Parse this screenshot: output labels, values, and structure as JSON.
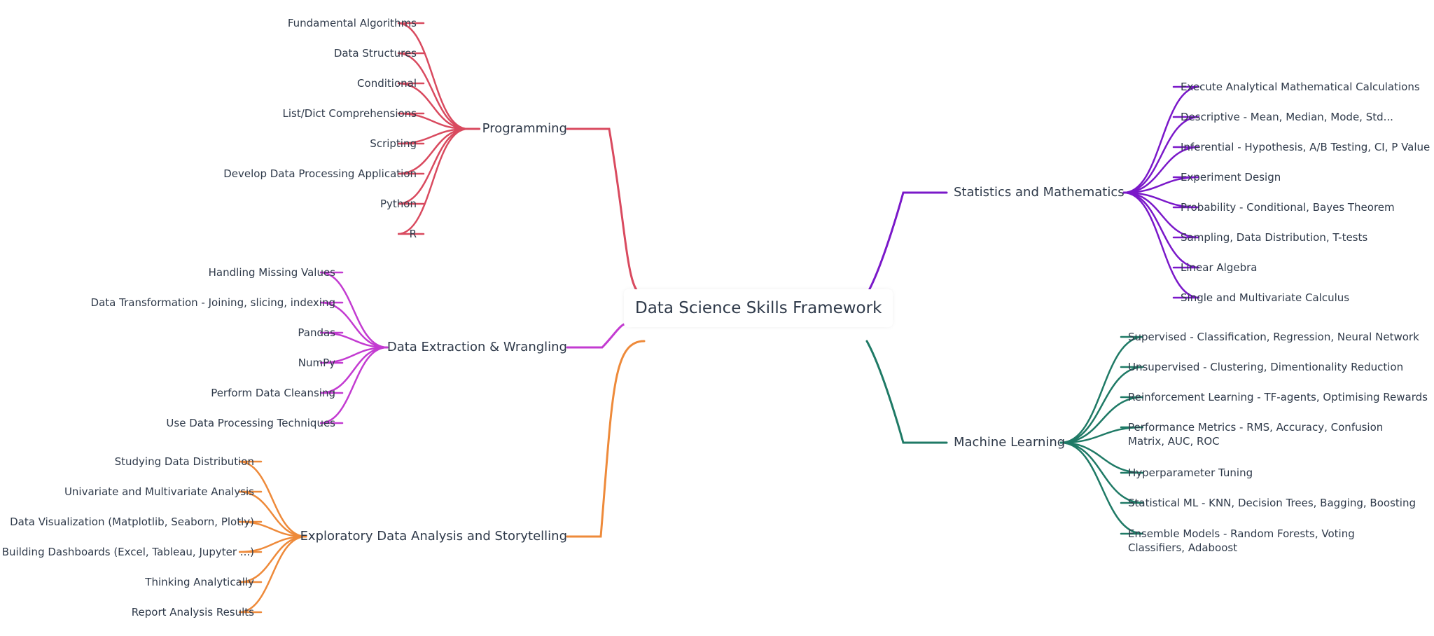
{
  "root": {
    "label": "Data Science Skills Framework"
  },
  "branches": [
    {
      "id": "programming",
      "label": "Programming",
      "color": "#d94a5f",
      "children": [
        "Fundamental Algorithms",
        "Data Structures",
        "Conditional",
        "List/Dict Comprehensions",
        "Scripting",
        "Develop Data Processing Application",
        "Python",
        "R"
      ]
    },
    {
      "id": "wrangling",
      "label": "Data Extraction & Wrangling",
      "color": "#c33bd1",
      "children": [
        "Handling Missing Values",
        "Data Transformation - Joining, slicing, indexing",
        "Pandas",
        "NumPy",
        "Perform Data Cleansing",
        "Use Data Processing Techniques"
      ]
    },
    {
      "id": "eda",
      "label": "Exploratory Data Analysis and Storytelling",
      "color": "#ee8a3a",
      "children": [
        "Studying Data Distribution",
        "Univariate and Multivariate Analysis",
        "Data Visualization (Matplotlib, Seaborn, Plotly)",
        "Building Dashboards (Excel, Tableau, Jupyter ...)",
        "Thinking Analytically",
        "Report Analysis Results"
      ]
    },
    {
      "id": "stats",
      "label": "Statistics and Mathematics",
      "color": "#7a18c9",
      "children": [
        "Execute Analytical Mathematical Calculations",
        "Descriptive - Mean, Median, Mode, Std...",
        "Inferential - Hypothesis, A/B Testing, CI, P Value",
        "Experiment Design",
        "Probability - Conditional, Bayes Theorem",
        "Sampling, Data Distribution, T-tests",
        "Linear Algebra",
        "Single and Multivariate Calculus"
      ]
    },
    {
      "id": "ml",
      "label": "Machine Learning",
      "color": "#1f7a66",
      "children": [
        "Supervised - Classification, Regression, Neural Network",
        "Unsupervised - Clustering, Dimentionality Reduction",
        "Reinforcement Learning - TF-agents, Optimising Rewards",
        "Performance Metrics - RMS, Accuracy, Confusion Matrix, AUC, ROC",
        "Hyperparameter Tuning",
        "Statistical ML - KNN, Decision Trees, Bagging, Boosting",
        "Ensemble Models - Random Forests, Voting Classifiers, Adaboost"
      ]
    }
  ]
}
